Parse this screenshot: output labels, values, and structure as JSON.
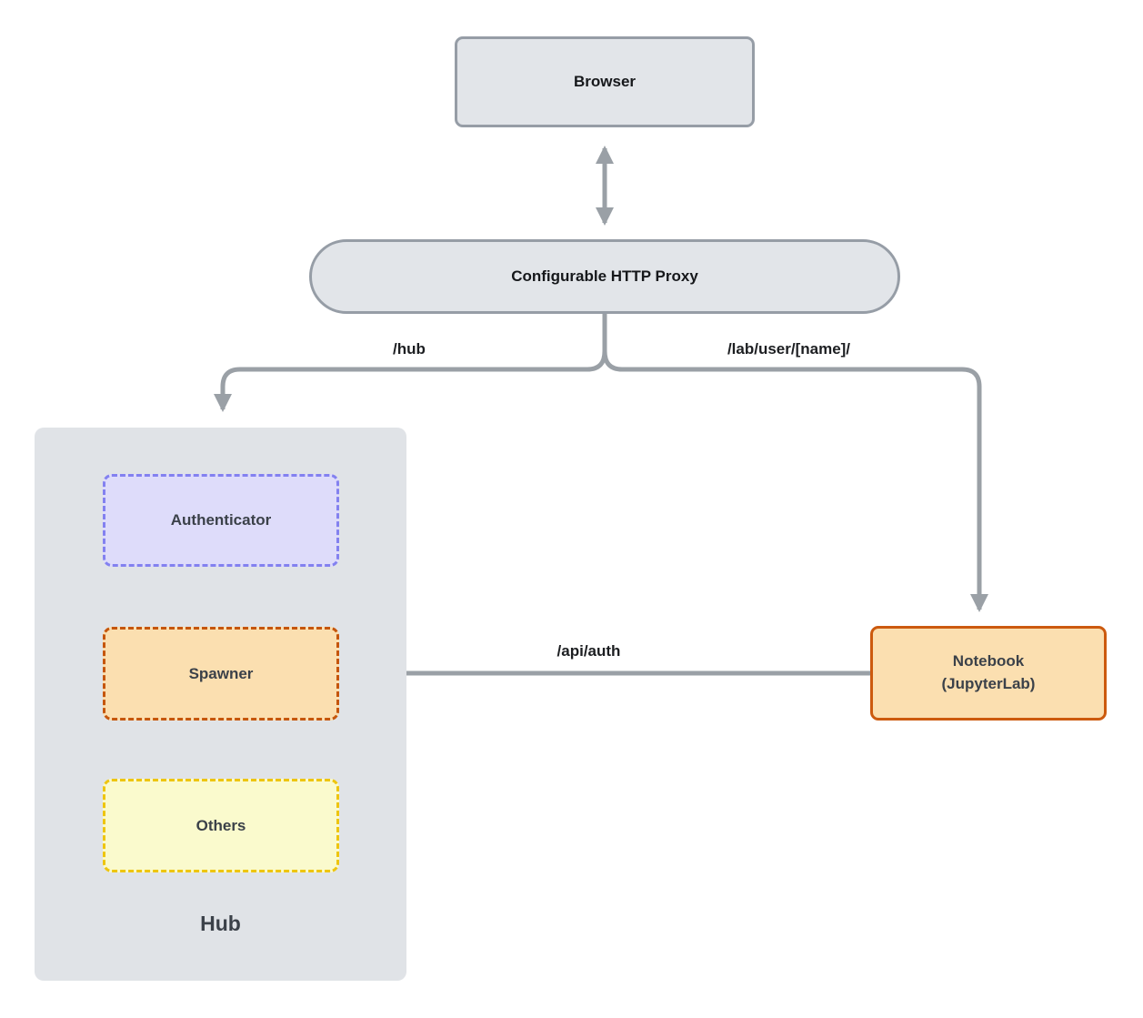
{
  "nodes": {
    "browser": {
      "label": "Browser"
    },
    "proxy": {
      "label": "Configurable HTTP Proxy"
    },
    "hub": {
      "label": "Hub"
    },
    "authenticator": {
      "label": "Authenticator"
    },
    "spawner": {
      "label": "Spawner"
    },
    "others": {
      "label": "Others"
    },
    "notebook": {
      "label": "Notebook\n(JupyterLab)"
    }
  },
  "edges": {
    "proxy_to_hub": {
      "label": "/hub"
    },
    "proxy_to_notebook": {
      "label": "/lab/user/[name]/"
    },
    "notebook_to_spawner": {
      "label": "/api/auth"
    }
  },
  "colors": {
    "connector": "#9aa0a6",
    "gray_node_fill": "#e2e5e9",
    "gray_node_border": "#969da6",
    "hub_container_fill": "#e0e3e7",
    "authenticator_fill": "#dedcfa",
    "authenticator_border": "#8381f0",
    "spawner_fill": "#fbdfb0",
    "spawner_border": "#c5560c",
    "others_fill": "#fafacd",
    "others_border": "#eec50f",
    "notebook_fill": "#fbdfb0",
    "notebook_border": "#cc5a0e",
    "dark_label_text": "#3b4149"
  }
}
